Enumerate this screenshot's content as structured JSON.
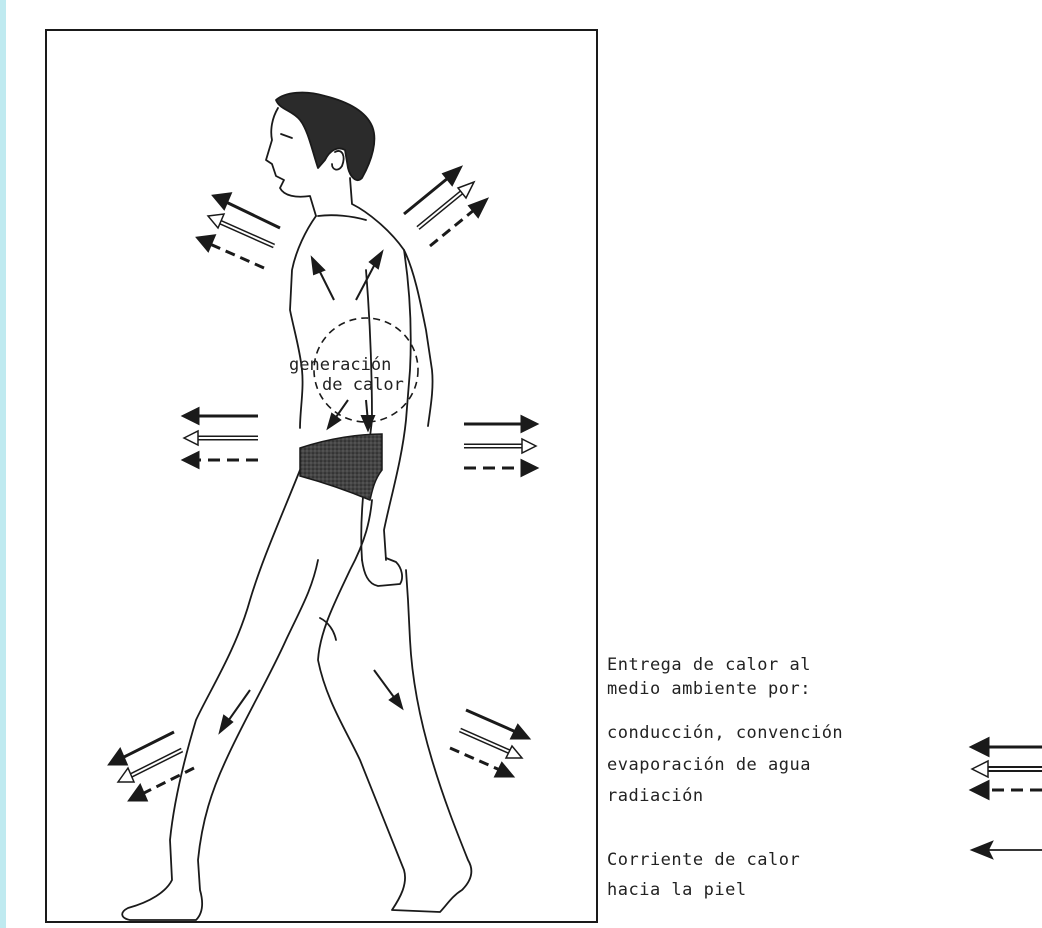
{
  "figure": {
    "body_label_line1": "generación",
    "body_label_line2": "de calor"
  },
  "legend": {
    "heat_release_title": [
      "Entrega de calor al",
      "medio ambiente por:"
    ],
    "modes": [
      {
        "label": "conducción, convención",
        "arrow": "solid"
      },
      {
        "label": "evaporación de agua",
        "arrow": "hollow"
      },
      {
        "label": "radiación",
        "arrow": "dashed"
      }
    ],
    "skin_current": [
      "Corriente de calor",
      "hacia la piel"
    ]
  },
  "colors": {
    "ink": "#1a1a1a",
    "paper": "#ffffff",
    "hatch": "#3a3a3a",
    "edge_tint": "#7fd6e0"
  }
}
